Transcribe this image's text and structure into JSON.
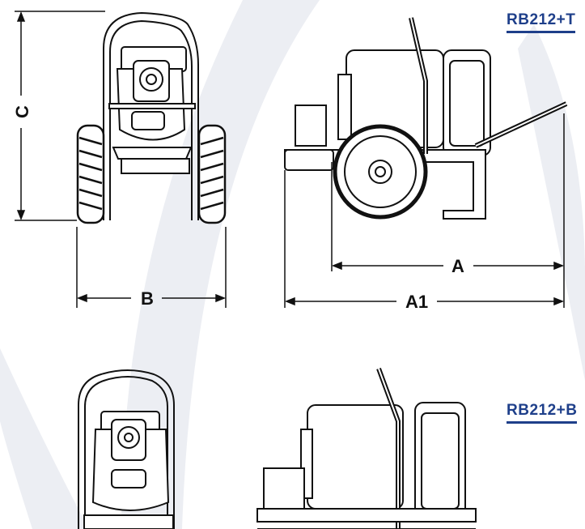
{
  "models": {
    "top": "RB212+T",
    "bottom": "RB212+B"
  },
  "dimensions": {
    "c": "C",
    "b": "B",
    "a": "A",
    "a1": "A1"
  },
  "colors": {
    "label_blue": "#1e3f8a",
    "line": "#111111",
    "swoosh": "#e9ebf1"
  }
}
